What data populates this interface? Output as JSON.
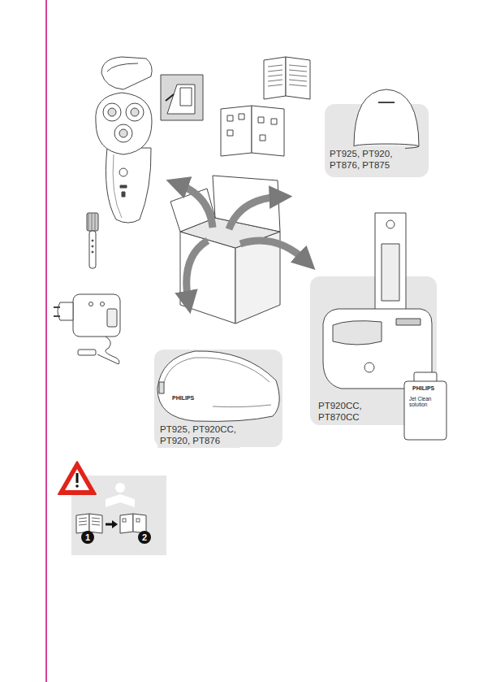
{
  "diagram": {
    "nodes": [
      {
        "text": [
          "PT925, PT920, PT876, PT875"
        ]
      },
      {
        "text": [
          "PT920CC, PT870CC"
        ]
      },
      {
        "text": [
          "PT925, PT920CC, PT920, PT876"
        ]
      },
      {
        "text": [
          "1"
        ]
      },
      {
        "text": [
          "2"
        ]
      }
    ],
    "labels": [
      "PHILIPS",
      "PHILIPS",
      "Jet Clean solution"
    ]
  }
}
